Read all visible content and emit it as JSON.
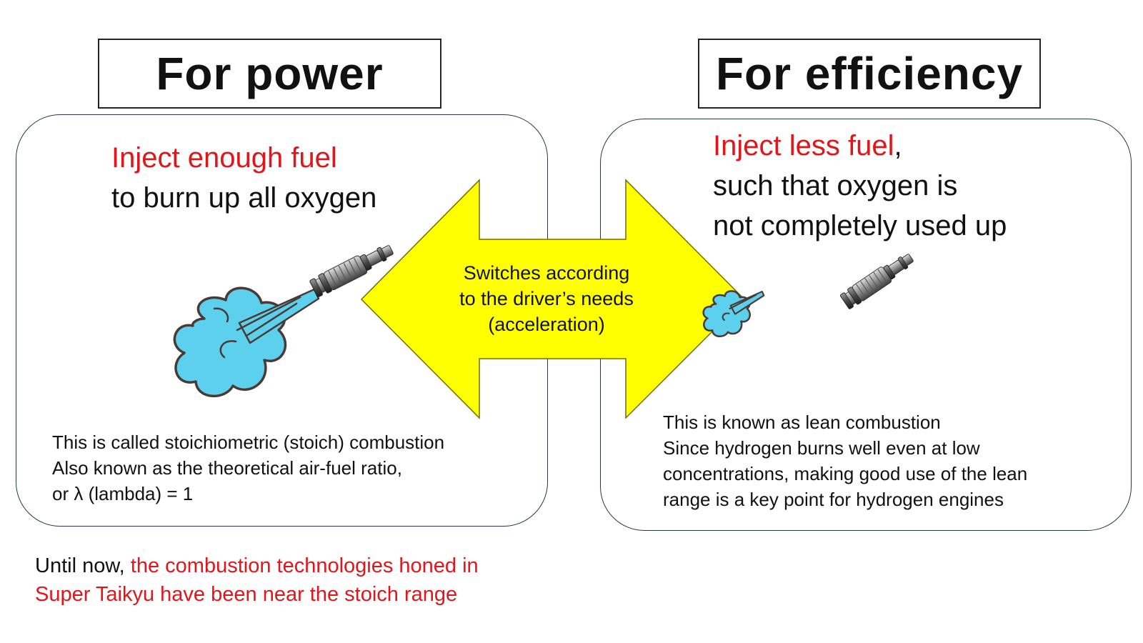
{
  "left": {
    "heading": "For power",
    "headline_red": "Inject enough fuel",
    "headline_rest": "to burn up all oxygen",
    "note_lines": [
      "This is called stoichiometric (stoich) combustion",
      "Also known as the theoretical air-fuel ratio,",
      "or λ (lambda) = 1"
    ]
  },
  "right": {
    "heading": "For efficiency",
    "headline_red": "Inject less fuel",
    "headline_comma": ",",
    "headline_lines": [
      "such that oxygen is",
      "not completely used up"
    ],
    "note_lines": [
      "This is known as lean combustion",
      "Since hydrogen burns well even at low",
      "concentrations, making good use of the lean",
      "range is a key point for hydrogen engines"
    ]
  },
  "arrow": {
    "text_lines": [
      "Switches according",
      "to the driver’s needs",
      "(acceleration)"
    ]
  },
  "footer": {
    "black": "Until now,",
    "red_line1": " the combustion technologies honed in",
    "red_line2": "Super Taikyu have been near the stoich range"
  },
  "colors": {
    "emphasis_red": "#e0161b",
    "arrow_fill": "#ffff00",
    "spray_blue": "#5cd0ec",
    "panel_border": "#2a3548"
  },
  "icons": [
    "fuel-injector-icon",
    "fuel-spray-cloud-icon",
    "double-arrow-icon"
  ]
}
